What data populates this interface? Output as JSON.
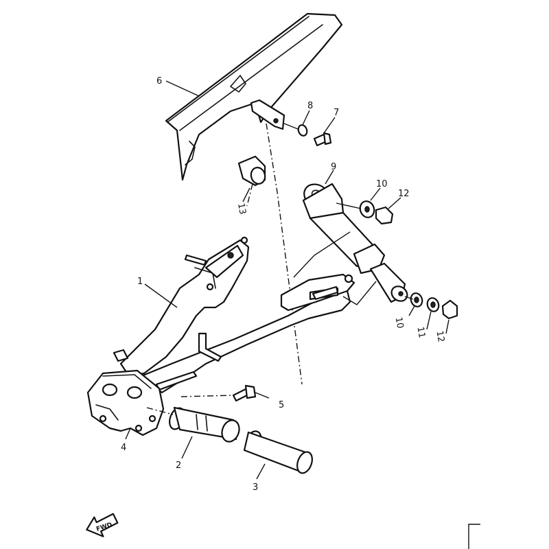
{
  "callouts": [
    {
      "id": "1",
      "label": "1"
    },
    {
      "id": "2",
      "label": "2"
    },
    {
      "id": "3",
      "label": "3"
    },
    {
      "id": "4",
      "label": "4"
    },
    {
      "id": "5",
      "label": "5"
    },
    {
      "id": "6",
      "label": "6"
    },
    {
      "id": "7",
      "label": "7"
    },
    {
      "id": "8",
      "label": "8"
    },
    {
      "id": "9",
      "label": "9"
    },
    {
      "id": "10a",
      "label": "10"
    },
    {
      "id": "10b",
      "label": "10"
    },
    {
      "id": "11",
      "label": "11"
    },
    {
      "id": "12a",
      "label": "12"
    },
    {
      "id": "12b",
      "label": "12"
    },
    {
      "id": "13",
      "label": "13"
    }
  ],
  "fwd_marker": {
    "label": "FWD"
  }
}
